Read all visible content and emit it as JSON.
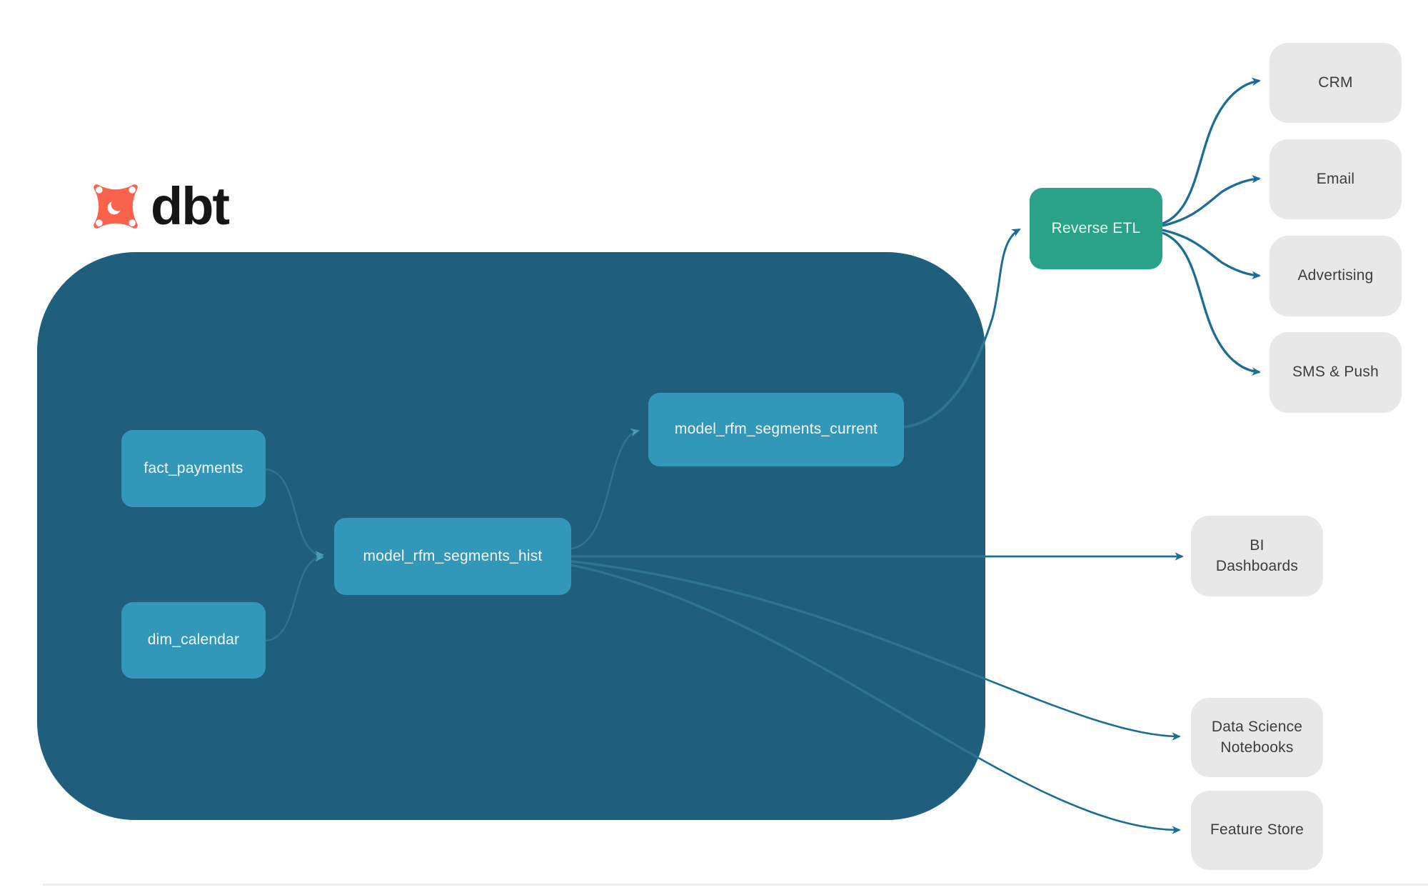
{
  "diagram": {
    "logo": {
      "brand": "dbt"
    },
    "dbt_project": {
      "sources": [
        {
          "label": "fact_payments"
        },
        {
          "label": "dim_calendar"
        }
      ],
      "models": [
        {
          "label": "model_rfm_segments_hist"
        },
        {
          "label": "model_rfm_segments_current"
        }
      ]
    },
    "reverse_etl": {
      "label": "Reverse ETL"
    },
    "activation_destinations": [
      {
        "label": "CRM"
      },
      {
        "label": "Email"
      },
      {
        "label": "Advertising"
      },
      {
        "label": "SMS & Push"
      }
    ],
    "analytics_destinations": [
      {
        "label": "BI Dashboards"
      },
      {
        "label": "Data Science Notebooks"
      },
      {
        "label": "Feature Store"
      }
    ]
  },
  "colors": {
    "container_bg": "#205e7d",
    "model_node_bg": "#3397b9",
    "reverse_etl_bg": "#2aa287",
    "dest_bg": "#e8e8e8",
    "edge_dark": "#1c6d92",
    "edge_inner": "#2d7492",
    "edge_light": "#4b9cba",
    "logo_orange": "#f9624c",
    "node_text": "#f2f9fb",
    "dest_text": "#3d3d3d",
    "brand_text": "#161616"
  }
}
